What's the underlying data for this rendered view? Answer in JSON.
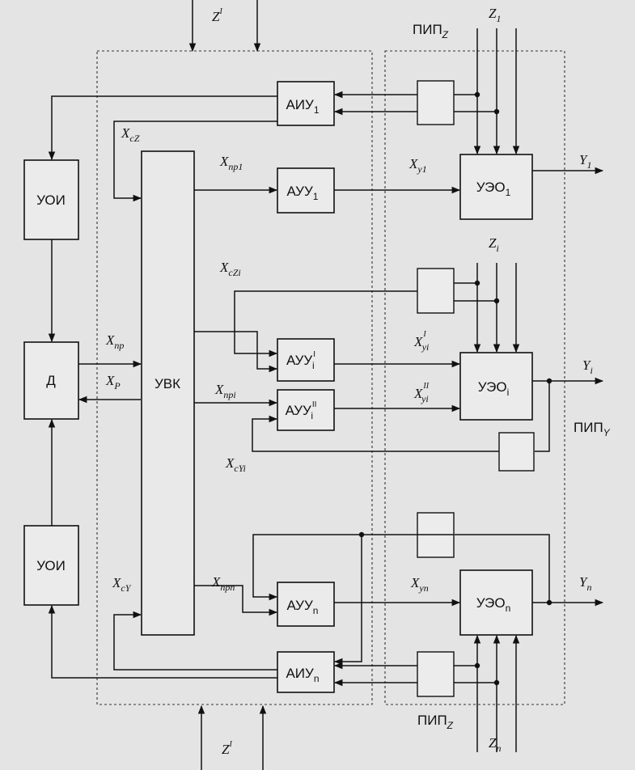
{
  "blocks": {
    "uoi_top": "УОИ",
    "d": "Д",
    "uoi_bottom": "УОИ",
    "uvk": "УВК",
    "aiu1": {
      "base": "АИУ",
      "sub": "1"
    },
    "auu1": {
      "base": "АУУ",
      "sub": "1"
    },
    "auui1": {
      "base": "АУУ",
      "sub": "i",
      "sup": "I"
    },
    "auui2": {
      "base": "АУУ",
      "sub": "i",
      "sup": "II"
    },
    "auun": {
      "base": "АУУ",
      "sub": "n"
    },
    "aiun": {
      "base": "АИУ",
      "sub": "n"
    },
    "ueo1": {
      "base": "УЭО",
      "sub": "1"
    },
    "ueoi": {
      "base": "УЭО",
      "sub": "i"
    },
    "ueon": {
      "base": "УЭО",
      "sub": "n"
    }
  },
  "signals": {
    "z_prime_top": {
      "base": "Z",
      "sup": "I"
    },
    "z_prime_bottom": {
      "base": "Z",
      "sup": "I"
    },
    "z1": {
      "base": "Z",
      "sub": "1"
    },
    "zi": {
      "base": "Z",
      "sub": "i"
    },
    "zn": {
      "base": "Z",
      "sub": "n"
    },
    "pip_z_top": {
      "base": "ПИП",
      "sub": "Z"
    },
    "pip_z_bottom": {
      "base": "ПИП",
      "sub": "Z"
    },
    "pip_y": {
      "base": "ПИП",
      "sub": "Y"
    },
    "x_cz": {
      "base": "X",
      "sub": "cZ"
    },
    "x_pr1": {
      "base": "X",
      "sub": "пр1"
    },
    "x_y1": {
      "base": "X",
      "sub": "y1"
    },
    "y1": {
      "base": "Y",
      "sub": "1"
    },
    "x_czi": {
      "base": "X",
      "sub": "cZi"
    },
    "x_yi1": {
      "base": "X",
      "sub": "yi",
      "sup": "I"
    },
    "x_yi2": {
      "base": "X",
      "sub": "yi",
      "sup": "II"
    },
    "yi": {
      "base": "Y",
      "sub": "i"
    },
    "x_pr": {
      "base": "X",
      "sub": "пр"
    },
    "x_p": {
      "base": "X",
      "sub": "P"
    },
    "x_pri": {
      "base": "X",
      "sub": "прi"
    },
    "x_cyi": {
      "base": "X",
      "sub": "cYi"
    },
    "x_cy": {
      "base": "X",
      "sub": "cY"
    },
    "x_prn": {
      "base": "X",
      "sub": "прn"
    },
    "x_yn": {
      "base": "X",
      "sub": "yn"
    },
    "yn": {
      "base": "Y",
      "sub": "n"
    }
  }
}
